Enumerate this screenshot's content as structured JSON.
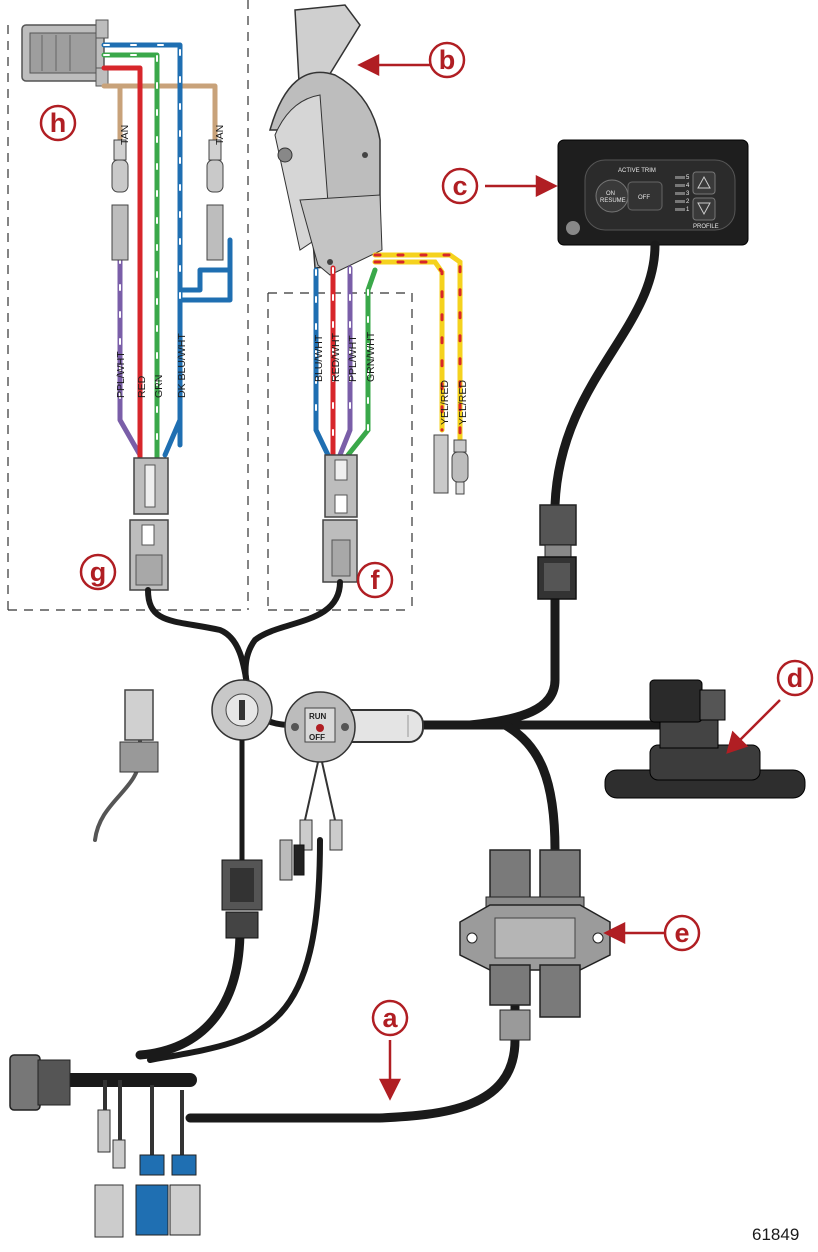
{
  "figure_number": "61849",
  "callouts": {
    "a": "a",
    "b": "b",
    "c": "c",
    "d": "d",
    "e": "e",
    "f": "f",
    "g": "g",
    "h": "h"
  },
  "wire_labels_left": {
    "tan_left": "TAN",
    "tan_right": "TAN",
    "ppl_wht": "PPL/WHT",
    "red": "RED",
    "grn": "GRN",
    "dk_blu_wht": "DK BLU/WHT"
  },
  "wire_labels_center": {
    "blu_wht": "BLU/WHT",
    "red_wht": "RED/WHT",
    "ppl_wht": "PPL/WHT",
    "grn_wht": "GRN/WHT",
    "yel_red_1": "YEL/RED",
    "yel_red_2": "YEL/RED"
  },
  "trim_panel": {
    "title": "ACTIVE TRIM",
    "on_label": "ON",
    "resume_label": "RESUME",
    "off_label": "OFF",
    "profile_label": "PROFILE",
    "levels": [
      "5",
      "4",
      "3",
      "2",
      "1"
    ]
  },
  "key_switch": {
    "run_label": "RUN",
    "off_label": "OFF"
  },
  "colors": {
    "callout_red": "#b01e23",
    "tan": "#c8a27a",
    "red": "#d7262b",
    "green": "#3aa84a",
    "blue": "#1f6fb2",
    "purple": "#7a5ea8",
    "yellow": "#f5d21e",
    "harness": "#1a1a1a"
  }
}
